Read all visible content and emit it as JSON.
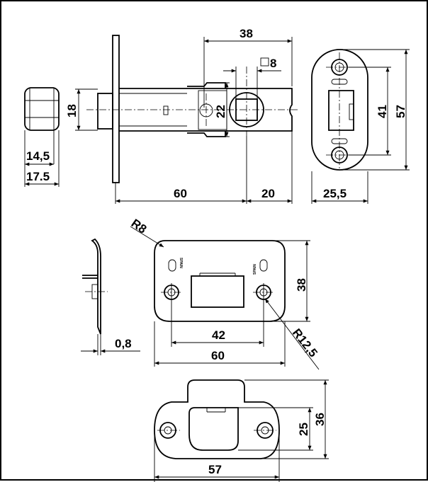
{
  "latch": {
    "dim_38": "38",
    "dim_8": "8",
    "dim_18": "18",
    "dim_22": "22",
    "dim_60": "60",
    "dim_20": "20",
    "dim_14_5": "14,5",
    "dim_17_5": "17.5"
  },
  "faceplate": {
    "dim_41": "41",
    "dim_57": "57",
    "dim_25_5": "25,5"
  },
  "strike": {
    "dim_r8": "R8",
    "dim_38": "38",
    "dim_r12_5": "R12,5",
    "dim_42": "42",
    "dim_60": "60",
    "dim_0_8": "0,8",
    "mark_left": "SPAIN",
    "mark_right": "SPAIN"
  },
  "box_strike": {
    "dim_36": "36",
    "dim_25": "25",
    "dim_57": "57"
  }
}
